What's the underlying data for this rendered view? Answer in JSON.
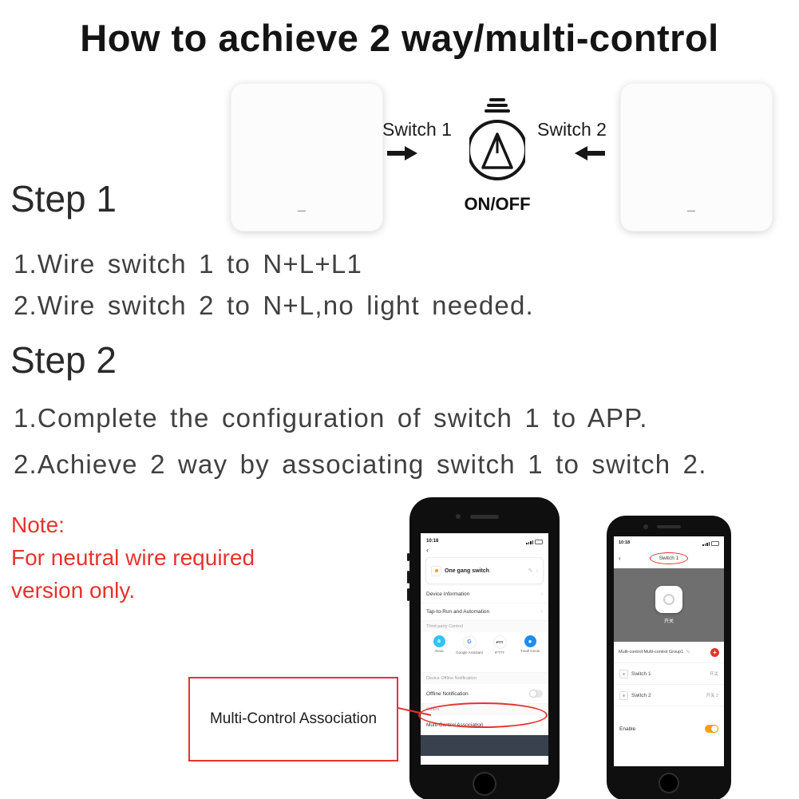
{
  "title": "How to achieve 2 way/multi-control",
  "diagram": {
    "switch1": "Switch 1",
    "switch2": "Switch 2",
    "onoff": "ON/OFF",
    "panel_dash": "–"
  },
  "steps": {
    "step1_heading": "Step 1",
    "step1_line1": "1.Wire switch 1 to N+L+L1",
    "step1_line2": "2.Wire switch 2 to N+L,no light needed.",
    "step2_heading": "Step 2",
    "step2_line1": "1.Complete the configuration of switch 1 to APP.",
    "step2_line2": "2.Achieve 2 way by associating switch 1 to switch 2."
  },
  "note": {
    "title": "Note:",
    "line1": "For neutral wire required",
    "line2": "version only."
  },
  "callout": {
    "label": "Multi-Control Association"
  },
  "icons": {
    "back": "‹",
    "chevron": "›",
    "pencil": "✎",
    "plus": "+"
  },
  "phone1": {
    "time": "10:18",
    "device_name": "One gang switch",
    "row_device_info": "Device Information",
    "row_tap_to_run": "Tap-to-Run and Automation",
    "section_third_party": "Third-party Control",
    "services": [
      {
        "glyph": "a",
        "label": "Alexa"
      },
      {
        "glyph": "G",
        "label": "Google Assistant"
      },
      {
        "glyph": "IFTTT",
        "label": "IFTTT"
      },
      {
        "glyph": "●",
        "label": "Tmall Genie"
      }
    ],
    "section_offline": "Device Offline Notification",
    "row_offline": "Offline Notification",
    "section_others": "Others",
    "row_multi_control": "Multi-Control Association"
  },
  "phone2": {
    "time": "10:18",
    "badge": "Switch 1",
    "switch_caption": "开关",
    "group_row": "Multi-control:Multi-control Group1",
    "row1_label": "Switch 1",
    "row1_value": "开关",
    "row2_label": "Switch 2",
    "row2_value": "开关 2",
    "enable_label": "Enable"
  },
  "colors": {
    "highlight_red": "#e5332f",
    "toggle_orange": "#ffa000"
  }
}
